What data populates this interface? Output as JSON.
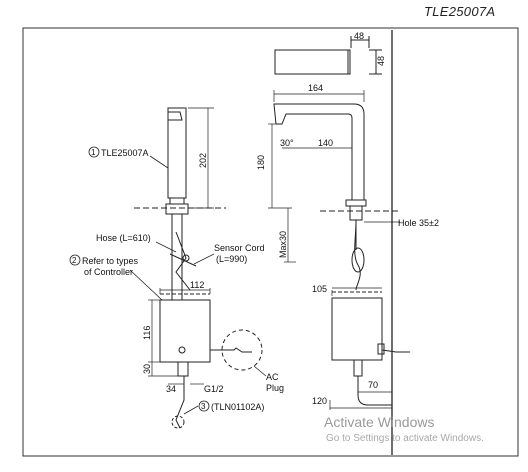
{
  "title": "TLE25007A",
  "labels": {
    "top_view_w": "48",
    "top_view_h": "48",
    "spout_len": "164",
    "angle": "30°",
    "reach": "140",
    "height_180": "180",
    "height_202": "202",
    "max30": "Max30",
    "hole": "Hole 35±2",
    "d105": "105",
    "d112": "112",
    "d116": "116",
    "d30": "30",
    "d34": "34",
    "g12": "G1/2",
    "d70": "70",
    "d120": "120",
    "ac_plug_1": "AC",
    "ac_plug_2": "Plug"
  },
  "callouts": {
    "c1_num": "1",
    "c1_text": "TLE25007A",
    "c2_num": "2",
    "c2_text_1": "Refer to types",
    "c2_text_2": "of Controller",
    "c3_num": "3",
    "c3_text": "(TLN01102A)",
    "hose": "Hose (L=610)",
    "sensor_1": "Sensor Cord",
    "sensor_2": "(L=990)"
  },
  "watermark": {
    "line1": "Activate Windows",
    "line2": "Go to Settings to activate Windows."
  }
}
